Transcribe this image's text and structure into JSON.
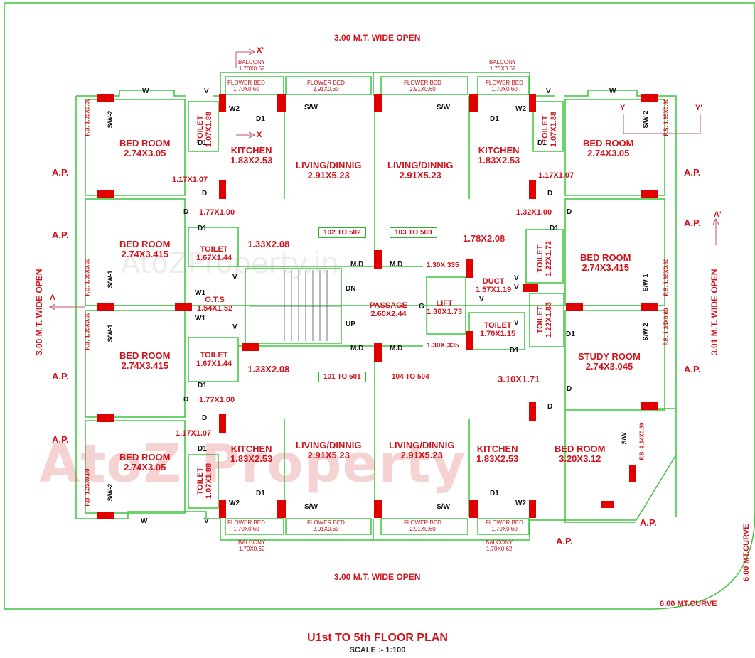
{
  "site": {
    "top_open": "3.00 M.T. WIDE OPEN",
    "bottom_open": "3.00 M.T. WIDE OPEN",
    "left_open": "3.00 M.T. WIDE OPEN",
    "right_open": "3.01 M.T. WIDE OPEN",
    "curve_bottom": "6.00 MT.CURVE",
    "curve_right": "6.00 MT.CURVE"
  },
  "title": {
    "main": "U1st TO 5th FLOOR PLAN",
    "scale": "SCALE :- 1:100"
  },
  "watermark": {
    "brand": "AtoZ Property",
    "text": "AtoZProperty.in"
  },
  "section_marks": {
    "x_prime": "X'",
    "x": "X",
    "y": "Y",
    "y_prime": "Y'",
    "a": "A",
    "a_prime": "A'"
  },
  "ap": "A.P.",
  "flats": {
    "f102": "102 TO 502",
    "f103": "103 TO 503",
    "f101": "101 TO 501",
    "f104": "104 TO 504"
  },
  "rooms": {
    "bed_tl": {
      "name": "BED ROOM",
      "dim": "2.74X3.05"
    },
    "bed_ml": {
      "name": "BED ROOM",
      "dim": "2.74X3.415"
    },
    "bed_ml2": {
      "name": "BED ROOM",
      "dim": "2.74X3.415"
    },
    "bed_bl": {
      "name": "BED ROOM",
      "dim": "2.74X3.05"
    },
    "bed_tr": {
      "name": "BED ROOM",
      "dim": "2.74X3.05"
    },
    "bed_mr": {
      "name": "BED ROOM",
      "dim": "2.74X3.415"
    },
    "study_r": {
      "name": "STUDY ROOM",
      "dim": "2.74X3.045"
    },
    "bed_br": {
      "name": "BED ROOM",
      "dim": "3.20X3.12"
    },
    "kitchen_tl": {
      "name": "KITCHEN",
      "dim": "1.83X2.53"
    },
    "kitchen_tr": {
      "name": "KITCHEN",
      "dim": "1.83X2.53"
    },
    "kitchen_bl": {
      "name": "KITCHEN",
      "dim": "1.83X2.53"
    },
    "kitchen_br": {
      "name": "KITCHEN",
      "dim": "1.83X2.53"
    },
    "living_tl": {
      "name": "LIVING/DINNIG",
      "dim": "2.91X5.23"
    },
    "living_tr": {
      "name": "LIVING/DINNIG",
      "dim": "2.91X5.23"
    },
    "living_bl": {
      "name": "LIVING/DINNIG",
      "dim": "2.91X5.23"
    },
    "living_br": {
      "name": "LIVING/DINNIG",
      "dim": "2.91X5.23"
    },
    "toilet_tl": {
      "name": "TOILET",
      "dim": "1.07X1.88"
    },
    "toilet_tr": {
      "name": "TOILET",
      "dim": "1.07X1.88"
    },
    "toilet_bl": {
      "name": "TOILET",
      "dim": "1.07X1.88"
    },
    "toilet_ml": {
      "name": "TOILET",
      "dim": "1.67X1.44"
    },
    "toilet_ml2": {
      "name": "TOILET",
      "dim": "1.67X1.44"
    },
    "toilet_mr": {
      "name": "TOILET",
      "dim": "1.22X1.72"
    },
    "toilet_mr2": {
      "name": "TOILET",
      "dim": "1.22X1.83"
    },
    "toilet_c": {
      "name": "TOILET",
      "dim": "1.70X1.15"
    },
    "ots": {
      "name": "O.T.S",
      "dim": "1.54X1.52"
    },
    "passage": {
      "name": "PASSAGE",
      "dim": "2.60X2.44"
    },
    "lift": {
      "name": "LIFT",
      "dim": "1.30X1.73"
    },
    "duct": {
      "name": "DUCT",
      "dim": "1.57X1.19"
    }
  },
  "dims": {
    "d1": "1.17X1.07",
    "d2": "1.77X1.00",
    "d3": "1.33X2.08",
    "d4": "1.33X2.08",
    "d5": "1.77X1.00",
    "d6": "1.17X1.07",
    "d7": "1.17X1.07",
    "d8": "1.32X1.00",
    "d9": "1.78X2.08",
    "d10": "3.10X1.71",
    "d11": "1.30X.335",
    "d12": "1.30X.335"
  },
  "small": {
    "balcony": "BALCONY",
    "balcony_dim": "1.70X0.62",
    "flower_bed": "FLOWER BED",
    "fb_small": "1.70X0.60",
    "fb_big": "2.91X0.60",
    "fb": "F.B.",
    "fb_side": "1.35X0.60",
    "fb_right": "2.14X0.60"
  },
  "codes": {
    "w": "W",
    "v": "V",
    "d": "D",
    "d1": "D1",
    "w1": "W1",
    "w2": "W2",
    "sw": "S/W",
    "sw1": "S/W-1",
    "sw2": "S/W-2",
    "md": "M.D",
    "dn": "DN",
    "up": "UP",
    "g": "G"
  },
  "colors": {
    "wall": "#3cc53c",
    "column": "#e00000",
    "text": "#d0141c"
  }
}
